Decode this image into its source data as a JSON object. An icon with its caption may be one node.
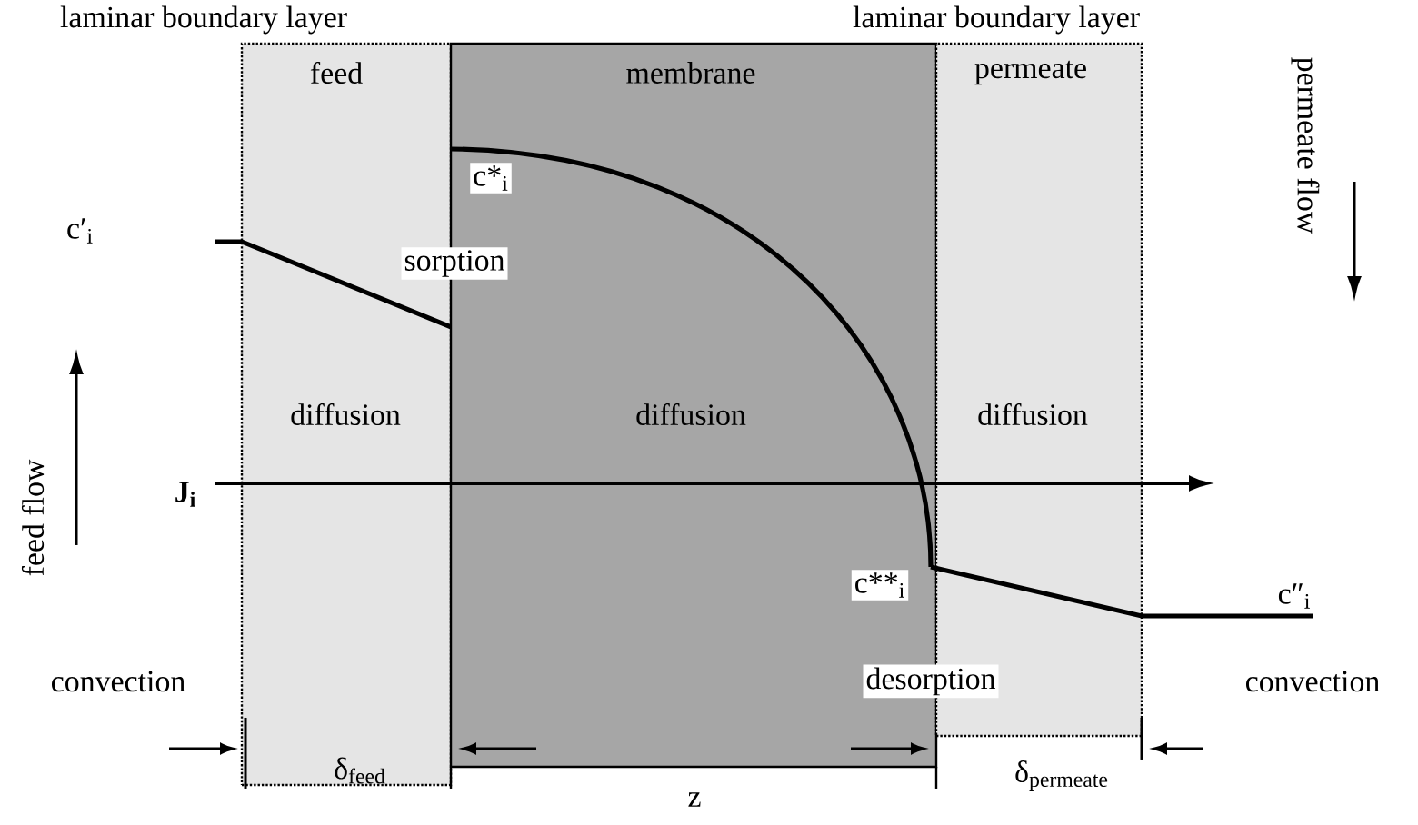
{
  "diagram": {
    "nodes": [
      {
        "text": [
          "feed",
          "diffusion"
        ]
      },
      {
        "text": [
          "membrane",
          "diffusion"
        ]
      },
      {
        "text": [
          "permeate",
          "diffusion"
        ]
      }
    ],
    "labels": [
      "laminar boundary layer",
      "laminar boundary layer",
      "c′$_{i}$",
      "c*$_{i}$",
      "sorption",
      "permeate flow",
      "feed flow",
      "J$_{i}$",
      "c**$_{i}$",
      "c″$_{i}$",
      "convection",
      "desorption",
      "convection",
      "δ$_{feed}$",
      "z",
      "δ$_{permeate}$"
    ]
  }
}
